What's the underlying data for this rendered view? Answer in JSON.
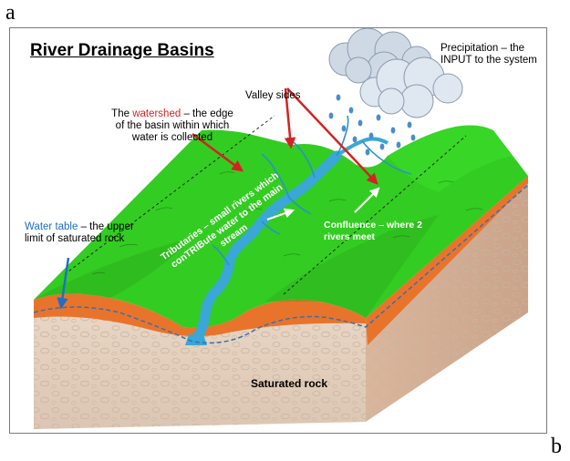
{
  "letters": {
    "top_left": "a",
    "bottom_right": "b"
  },
  "title": "River Drainage Basins",
  "labels": {
    "precipitation": "Precipitation – the INPUT  to the system",
    "valley_sides": "Valley sides",
    "watershed_prefix": "The ",
    "watershed_word": "watershed",
    "watershed_suffix": " – the edge of the basin within which water is collected",
    "water_table_word": "Water table",
    "water_table_suffix": " – the upper limit of saturated rock",
    "tributaries": "Tributaries – small rivers which conTRIBute water to the main stream",
    "confluence": "Confluence – where 2 rivers meet",
    "saturated_rock": "Saturated rock"
  },
  "colors": {
    "grass": "#33cc22",
    "soil": "#e8742c",
    "rock_front": "#e6d2c0",
    "rock_side": "#d9b49b",
    "river": "#3aa7d6",
    "arrow_red": "#d42222",
    "arrow_blue": "#1f6fc4",
    "water_table_line": "#3a6fb0"
  }
}
